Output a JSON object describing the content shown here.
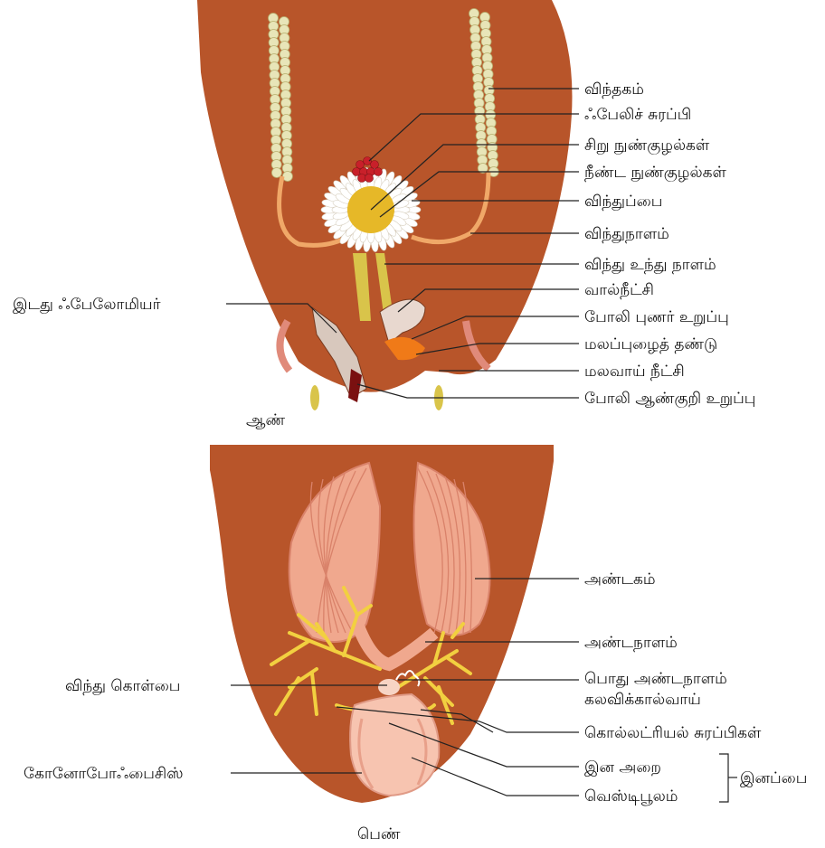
{
  "male": {
    "caption": "ஆண்",
    "labels": {
      "testis": "விந்தகம்",
      "phallic_gland": "ஃபேலிச் சுரப்பி",
      "short_tubules": "சிறு நுண்குழல்கள்",
      "long_tubules": "நீண்ட நுண்குழல்கள்",
      "seminal_vesicle": "விந்துப்பை",
      "vas_deferens": "விந்துநாளம்",
      "ejaculatory_duct": "விந்து உந்து நாளம்",
      "titillator": "வால்நீட்சி",
      "pseudopenis": "போலி புணர் உறுப்பு",
      "anal_style": "மலப்புழைத் தண்டு",
      "anal_cercus": "மலவாய் நீட்சி",
      "false_penis": "போலி ஆண்குறி உறுப்பு",
      "left_phallomere": "இடது ஃபேலோமியர்"
    }
  },
  "female": {
    "caption": "பெண்",
    "labels": {
      "ovary": "அண்டகம்",
      "oviduct": "அண்டநாளம்",
      "common_oviduct": "பொது அண்டநாளம்",
      "vagina": "கலவிக்கால்வாய்",
      "spermatheca": "விந்து கொள்பை",
      "colleterial_glands": "கொல்லட்ரியல் சுரப்பிகள்",
      "gonapophysis": "கோனோபோஃபைசிஸ்",
      "genital_chamber": "இன அறை",
      "vestibulum": "வெஸ்டிபூலம்",
      "genital_pouch": "இனப்பை"
    }
  },
  "colors": {
    "abdomen": "#b8552a",
    "abdomen_dark": "#9a4220",
    "testis_beads": "#e8e5b8",
    "vas_orange": "#f0a868",
    "duct_yellow": "#d9c44a",
    "vesicle_white": "#ffffff",
    "gland_red": "#c8202a",
    "ovary_pink": "#f0a88e",
    "colleterial_yellow": "#f2d040",
    "pouch_pink": "#f7c4b0"
  }
}
